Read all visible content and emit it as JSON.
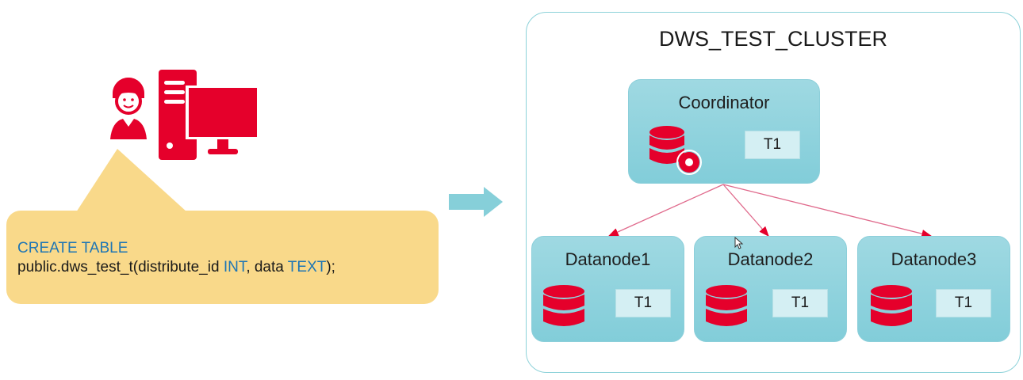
{
  "client": {
    "icons": [
      "user-icon",
      "desktop-computer-icon"
    ],
    "sql_keyword_line": "CREATE TABLE",
    "sql_parts": {
      "prefix": "public.dws_test_t(distribute_id ",
      "type1": "INT",
      "mid": ", data ",
      "type2": "TEXT",
      "suffix": ");"
    }
  },
  "colors": {
    "accent_red": "#e5002b",
    "callout_yellow": "#f9d98a",
    "node_teal": "#8fd3dd",
    "keyword_blue": "#1f76b4",
    "arrow_line": "#e06a8c"
  },
  "flow_arrow": "right-arrow-icon",
  "cluster": {
    "title": "DWS_TEST_CLUSTER",
    "coordinator": {
      "label": "Coordinator",
      "table": "T1",
      "icon": "database-gear-icon"
    },
    "datanodes": [
      {
        "label": "Datanode1",
        "table": "T1",
        "icon": "database-icon"
      },
      {
        "label": "Datanode2",
        "table": "T1",
        "icon": "database-icon"
      },
      {
        "label": "Datanode3",
        "table": "T1",
        "icon": "database-icon"
      }
    ]
  }
}
